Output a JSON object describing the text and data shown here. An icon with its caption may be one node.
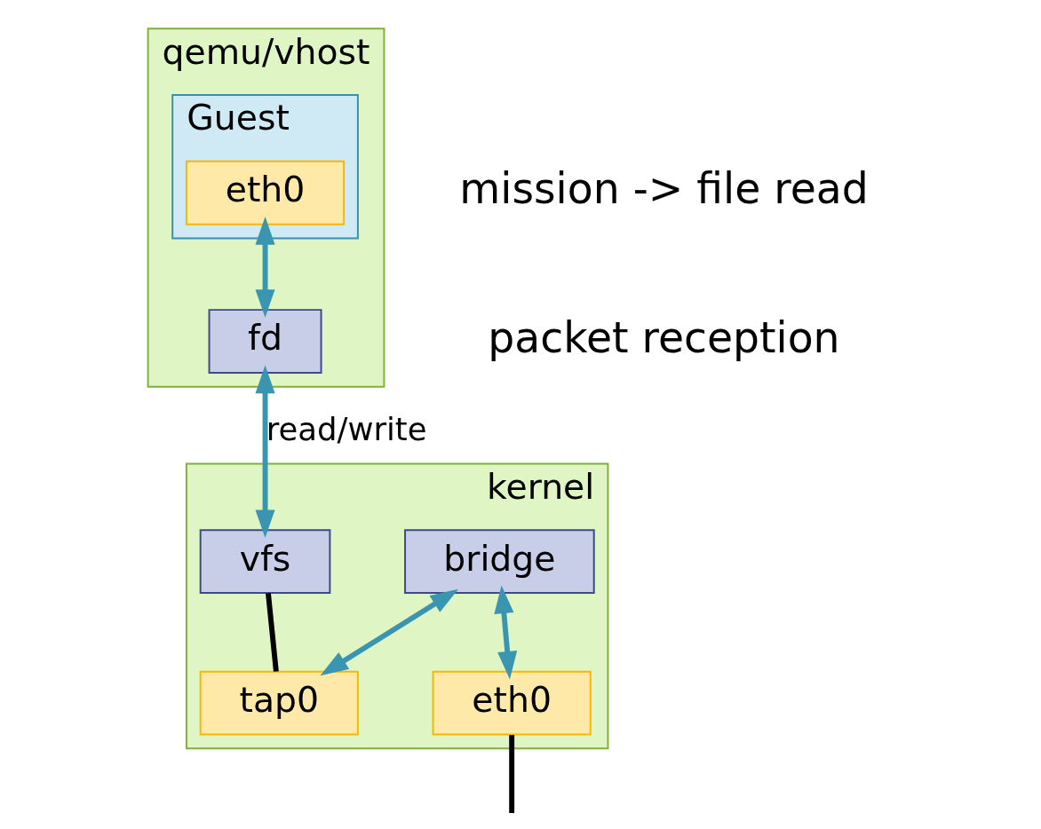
{
  "diagram": {
    "nodes": [
      {
        "text": [
          "qemu/vhost"
        ]
      },
      {
        "text": [
          "Guest"
        ],
        "in": 0
      },
      {
        "text": [
          "eth0"
        ],
        "in": 1
      },
      {
        "text": [
          "fd"
        ],
        "in": 0
      },
      {
        "text": [
          "kernel"
        ]
      },
      {
        "text": [
          "bridge"
        ],
        "in": 4
      },
      {
        "text": [
          "vfs"
        ],
        "in": 4
      },
      {
        "text": [
          "eth0"
        ],
        "in": 4
      },
      {
        "text": [
          "tap0"
        ],
        "in": 4
      }
    ],
    "edges": [
      {
        "from": 2,
        "to": 3,
        "arrow": "both"
      },
      {
        "from": 3,
        "to": 6,
        "arrow": "both",
        "label": "read/write"
      },
      {
        "from": 5,
        "to": 7,
        "arrow": "both"
      },
      {
        "from": 5,
        "to": 8,
        "arrow": "both"
      },
      {
        "from": 6,
        "to": 8,
        "arrow": "none",
        "color": "#000000"
      },
      {
        "from": 7,
        "to": null,
        "arrow": "none",
        "color": "#000000"
      }
    ],
    "labels": [
      "mission -> file read",
      "packet reception"
    ]
  }
}
